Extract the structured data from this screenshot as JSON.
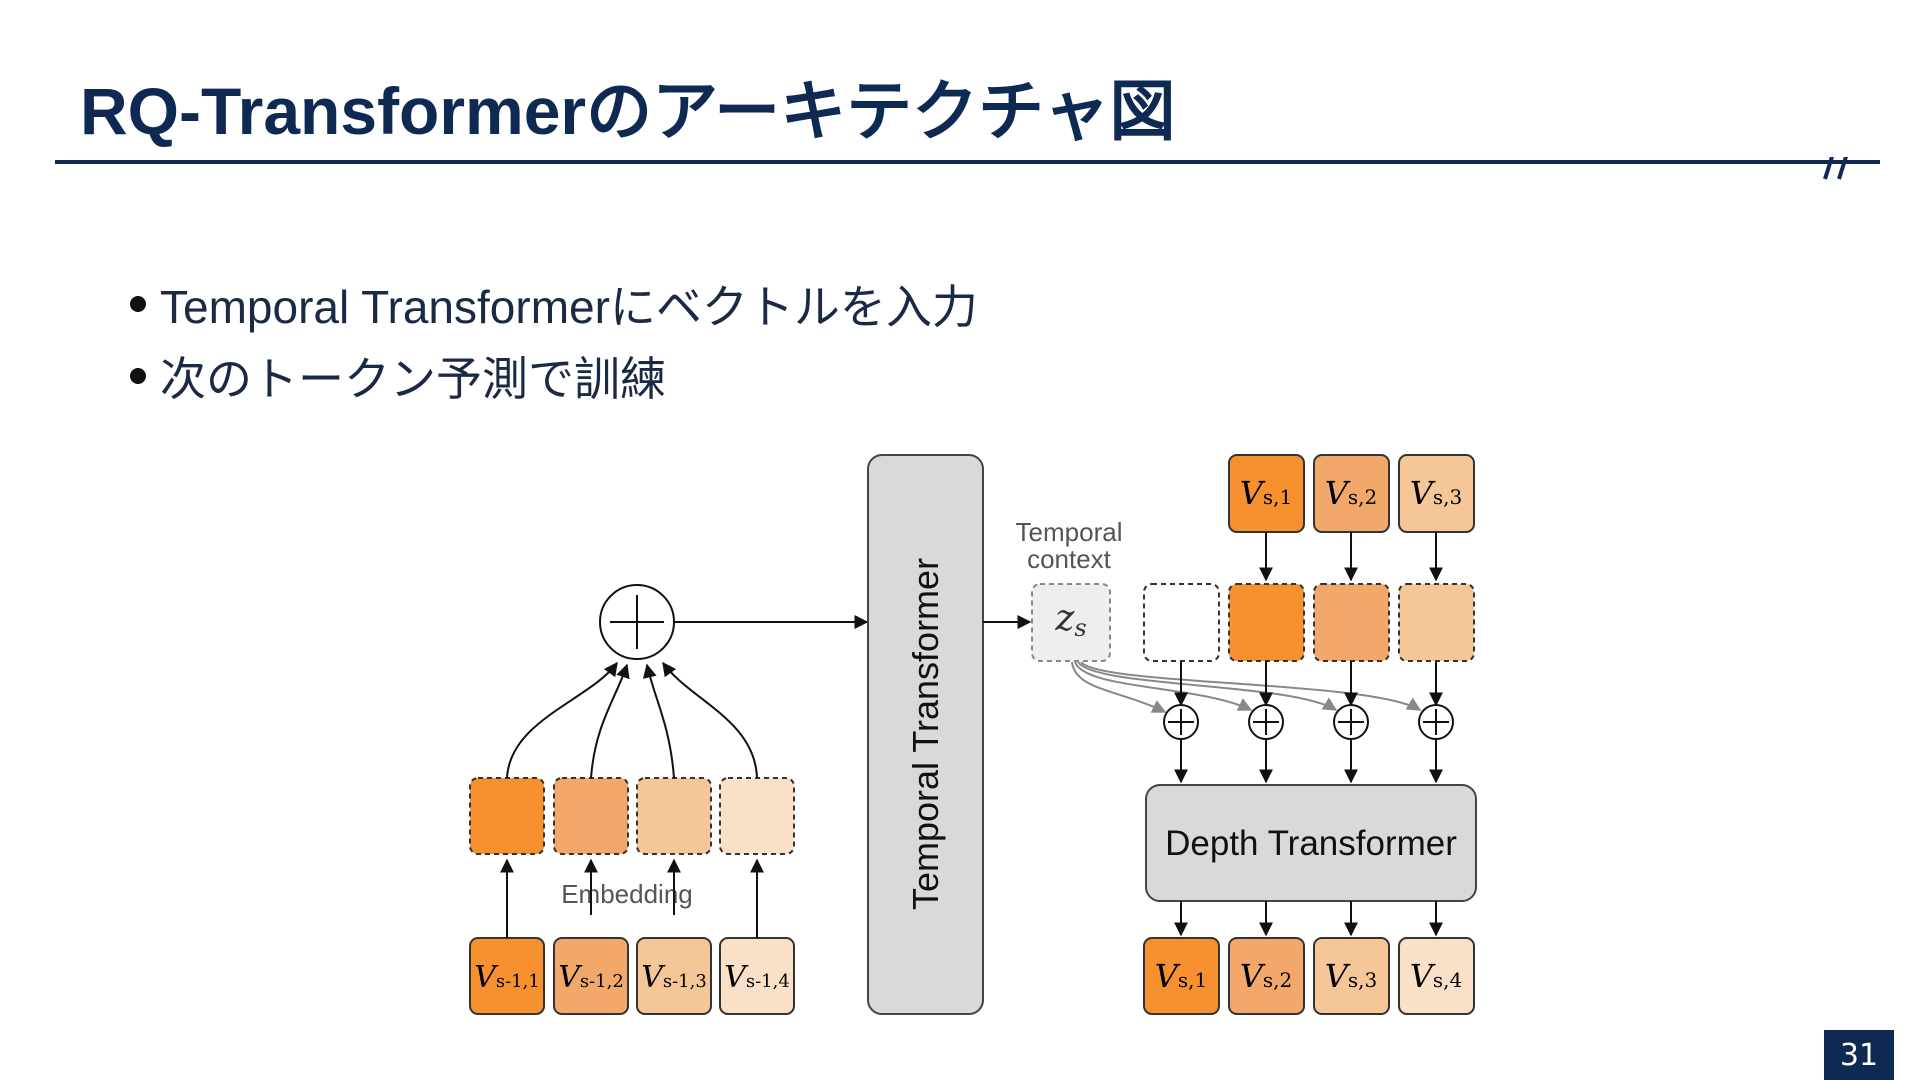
{
  "slide": {
    "title": "RQ-Transformerのアーキテクチャ図",
    "page_number": "31",
    "accent_color": "#0f2a52",
    "bullets": [
      "Temporal Transformerにベクトルを入力",
      "次のトークン予測で訓練"
    ]
  },
  "diagram": {
    "embedding_label": "Embedding",
    "temporal_block_label": "Temporal Transformer",
    "temporal_context_label_line1": "Temporal",
    "temporal_context_label_line2": "context",
    "context_symbol": "z",
    "context_subscript": "s",
    "depth_block_label": "Depth Transformer",
    "input_codes": [
      {
        "main": "V",
        "sub": "s-1,1"
      },
      {
        "main": "V",
        "sub": "s-1,2"
      },
      {
        "main": "V",
        "sub": "s-1,3"
      },
      {
        "main": "V",
        "sub": "s-1,4"
      }
    ],
    "depth_input_codes": [
      {
        "main": "V",
        "sub": "s,1"
      },
      {
        "main": "V",
        "sub": "s,2"
      },
      {
        "main": "V",
        "sub": "s,3"
      }
    ],
    "output_codes": [
      {
        "main": "V",
        "sub": "s,1"
      },
      {
        "main": "V",
        "sub": "s,2"
      },
      {
        "main": "V",
        "sub": "s,3"
      },
      {
        "main": "V",
        "sub": "s,4"
      }
    ],
    "colors": {
      "code_1": "#f7902f",
      "code_2": "#f2a86a",
      "code_3": "#f5c698",
      "code_4": "#fae0c6",
      "block_gray": "#d9d9d9",
      "context_gray": "#eeeeee"
    }
  }
}
